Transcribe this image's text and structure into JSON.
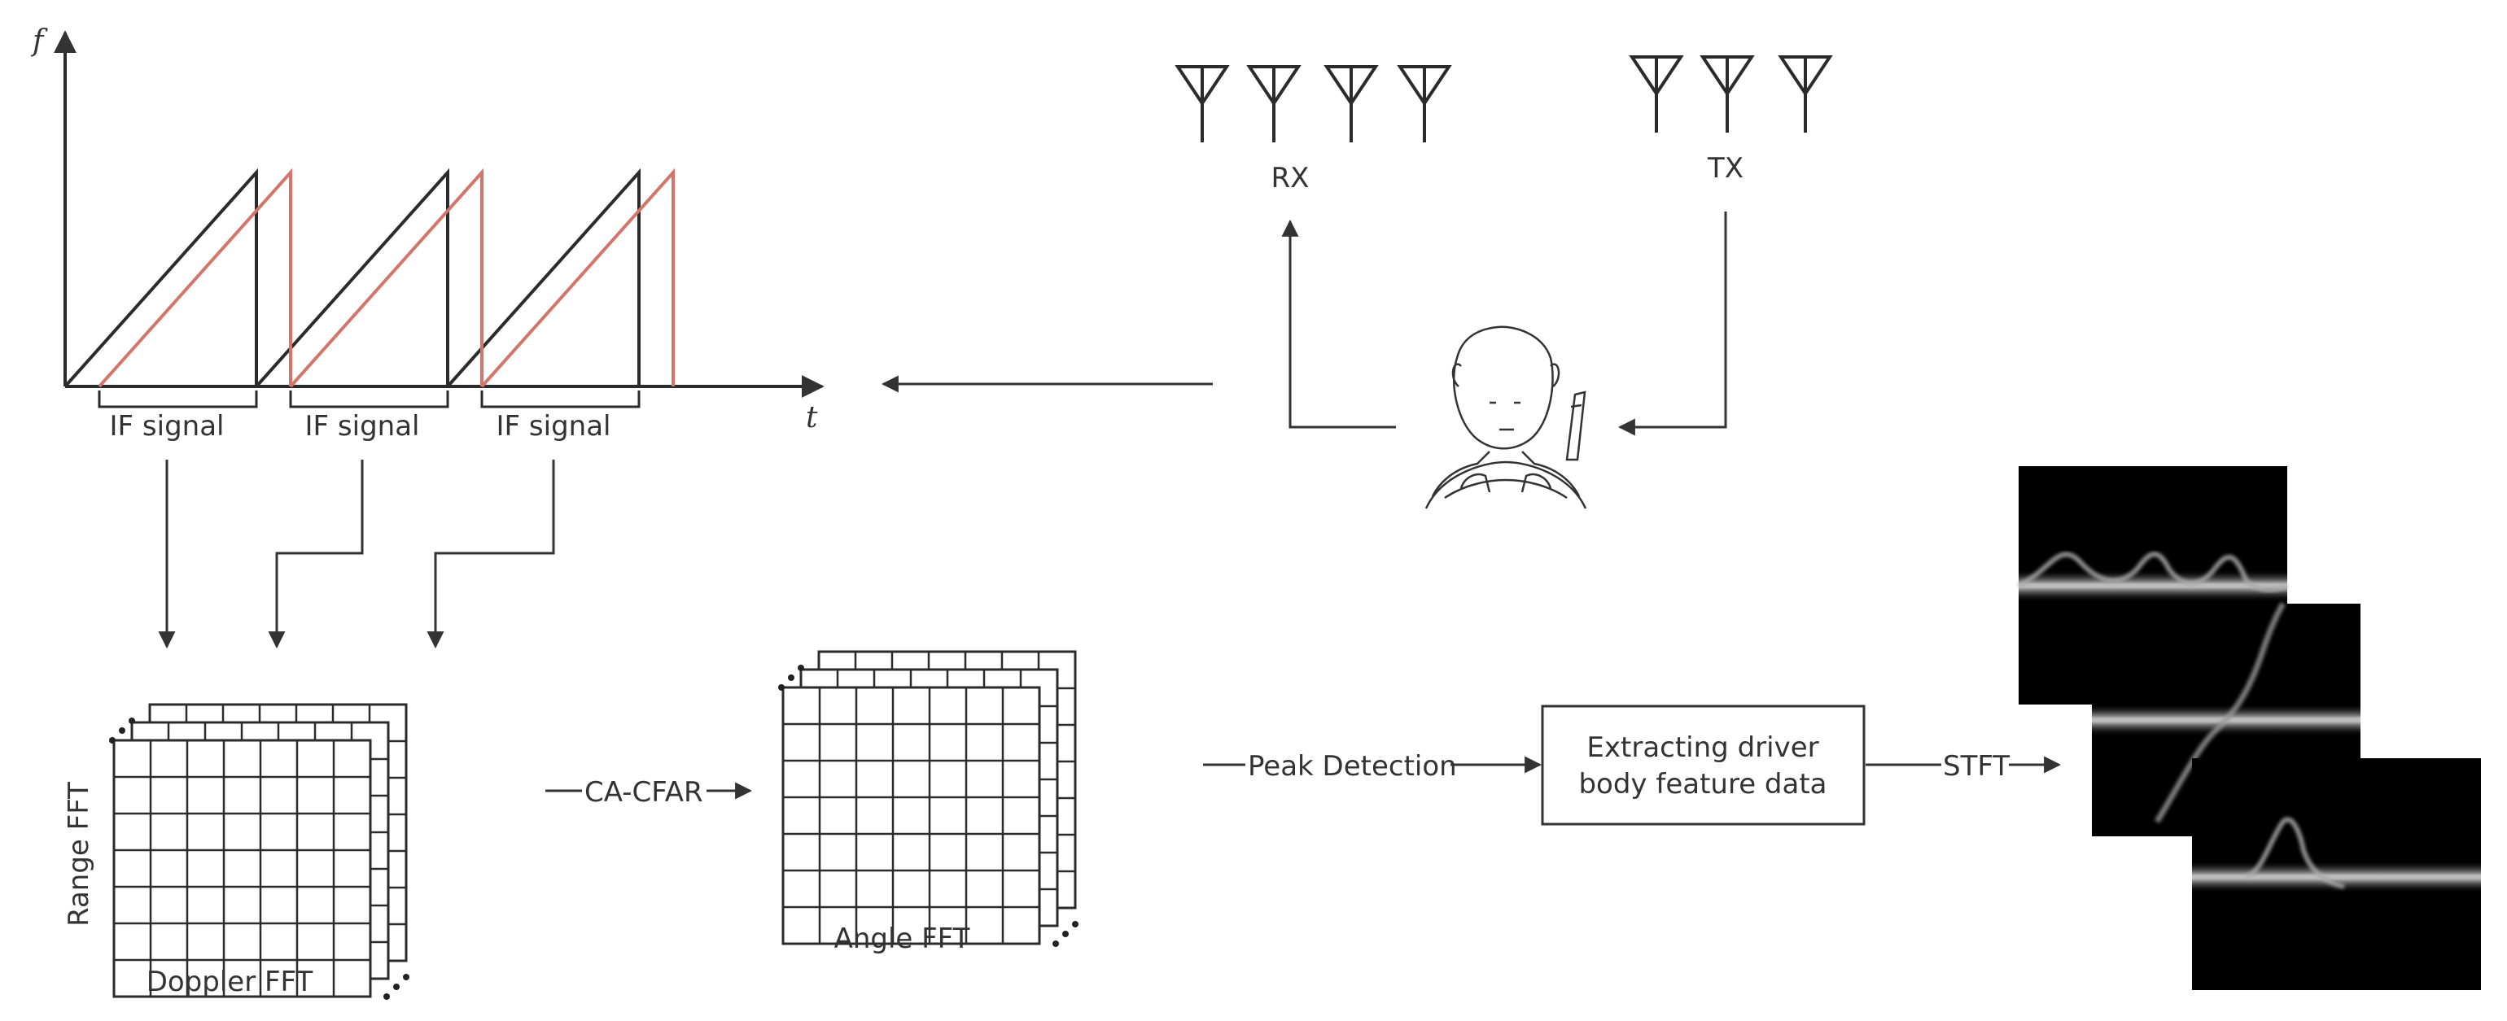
{
  "chirp": {
    "axis_y": "f",
    "axis_x": "t",
    "if_labels": [
      "IF signal",
      "IF signal",
      "IF signal"
    ],
    "tx_color": "#2b2b2b",
    "rx_color": "#d4756b"
  },
  "antennas": {
    "rx_label": "RX",
    "tx_label": "TX",
    "rx_count": 4,
    "tx_count": 3
  },
  "cube1": {
    "ylabel": "Range FFT",
    "xlabel": "Doppler FFT"
  },
  "cfar_label": "CA-CFAR",
  "cube2": {
    "label": "Angle FFT"
  },
  "peak_label": "Peak Detection",
  "box_text": {
    "line1": "Extracting driver",
    "line2": "body feature data"
  },
  "stft_label": "STFT",
  "colors": {
    "line": "#333333",
    "spectrogram_bg": "#000000"
  }
}
